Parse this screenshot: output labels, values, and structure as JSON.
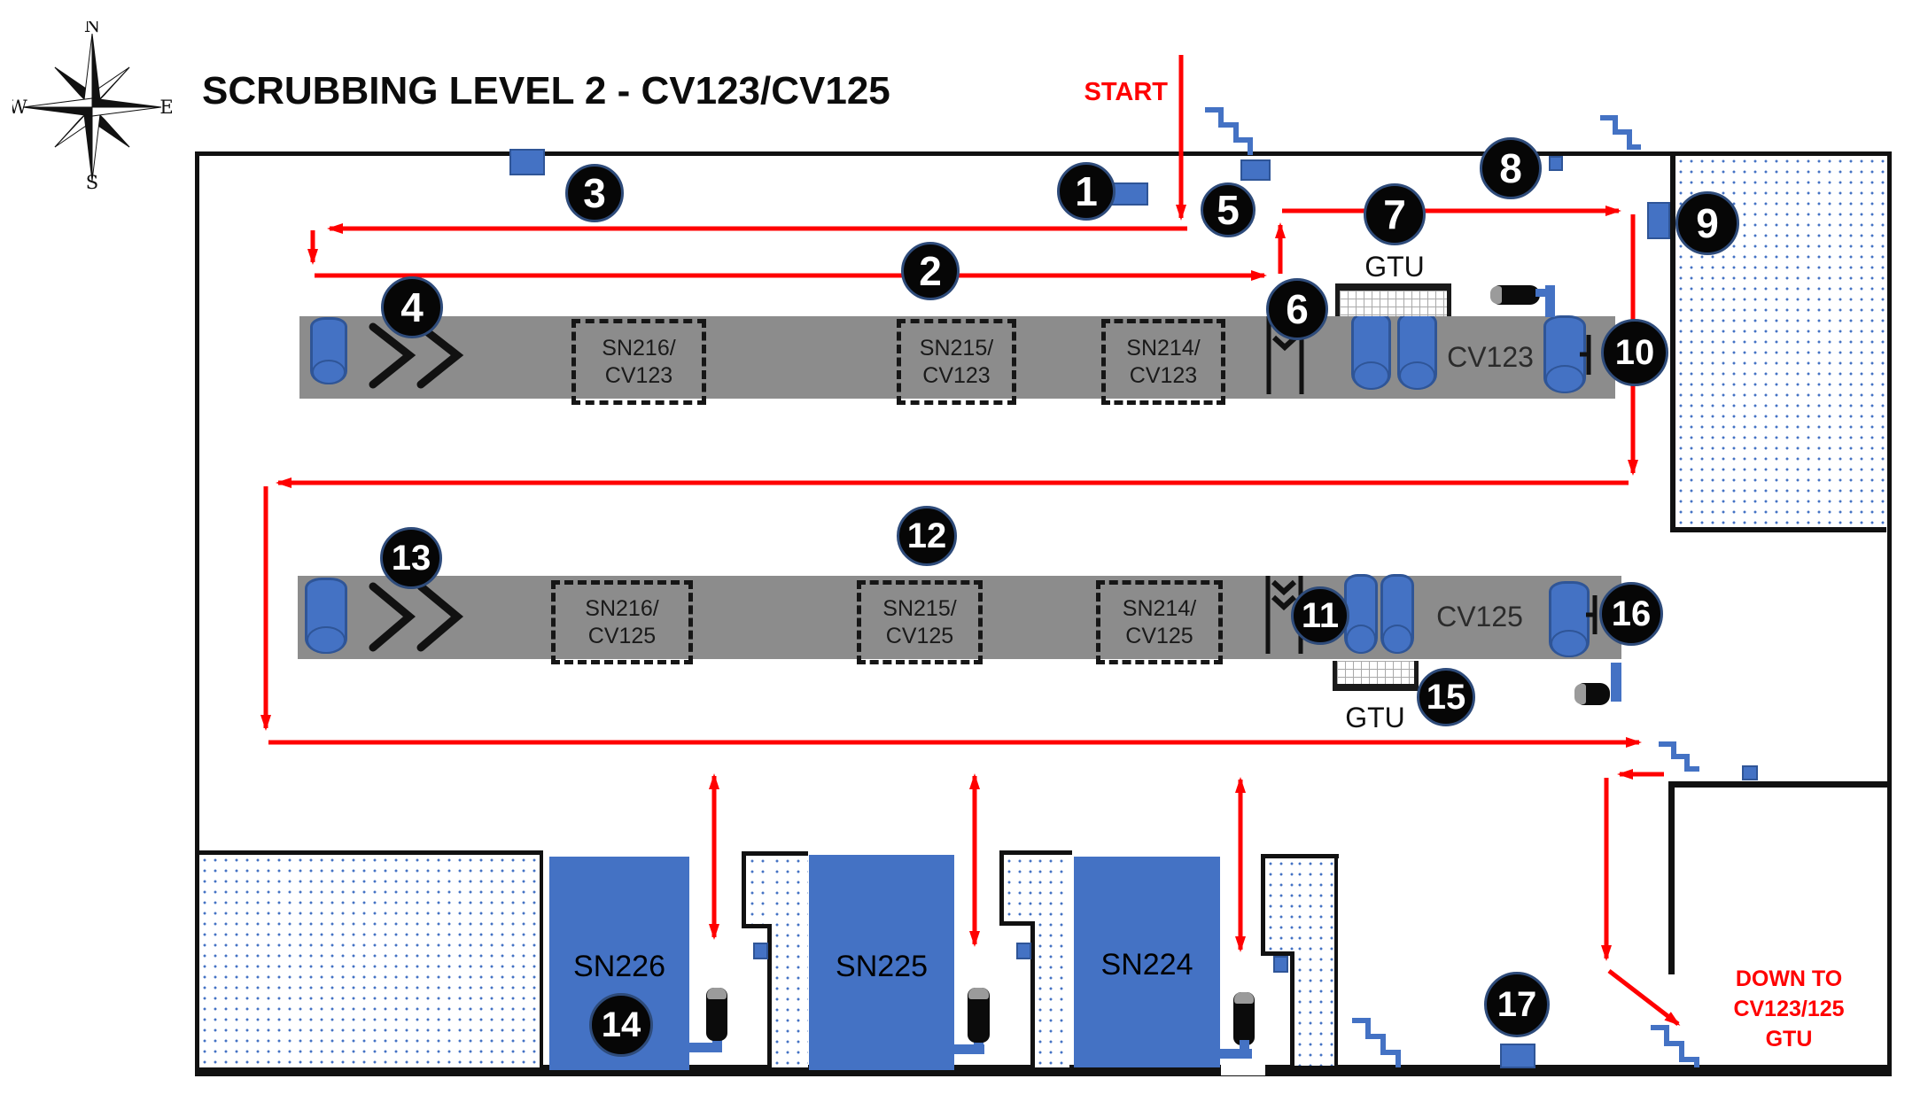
{
  "title": "SCRUBBING LEVEL 2 - CV123/CV125",
  "compass": {
    "north": "N",
    "south": "S",
    "east": "E",
    "west": "W"
  },
  "route": {
    "start_label": "START",
    "exit_lines": [
      "DOWN TO",
      "CV123/125",
      "GTU"
    ]
  },
  "waypoints": [
    {
      "label": "1"
    },
    {
      "label": "2"
    },
    {
      "label": "3"
    },
    {
      "label": "4"
    },
    {
      "label": "5"
    },
    {
      "label": "6"
    },
    {
      "label": "7"
    },
    {
      "label": "8"
    },
    {
      "label": "9"
    },
    {
      "label": "10"
    },
    {
      "label": "11"
    },
    {
      "label": "12"
    },
    {
      "label": "13"
    },
    {
      "label": "14"
    },
    {
      "label": "15"
    },
    {
      "label": "16"
    },
    {
      "label": "17"
    }
  ],
  "cv123": {
    "label": "CV123",
    "gtu_label": "GTU",
    "sections": [
      {
        "line1": "SN216/",
        "line2": "CV123"
      },
      {
        "line1": "SN215/",
        "line2": "CV123"
      },
      {
        "line1": "SN214/",
        "line2": "CV123"
      }
    ]
  },
  "cv125": {
    "label": "CV125",
    "gtu_label": "GTU",
    "sections": [
      {
        "line1": "SN216/",
        "line2": "CV125"
      },
      {
        "line1": "SN215/",
        "line2": "CV125"
      },
      {
        "line1": "SN214/",
        "line2": "CV125"
      }
    ]
  },
  "rooms": [
    {
      "label": "SN226"
    },
    {
      "label": "SN225"
    },
    {
      "label": "SN224"
    }
  ],
  "colors": {
    "accent_blue": "#4472C4",
    "route_red": "#FF0000",
    "conveyor_gray": "#8C8C8C"
  }
}
